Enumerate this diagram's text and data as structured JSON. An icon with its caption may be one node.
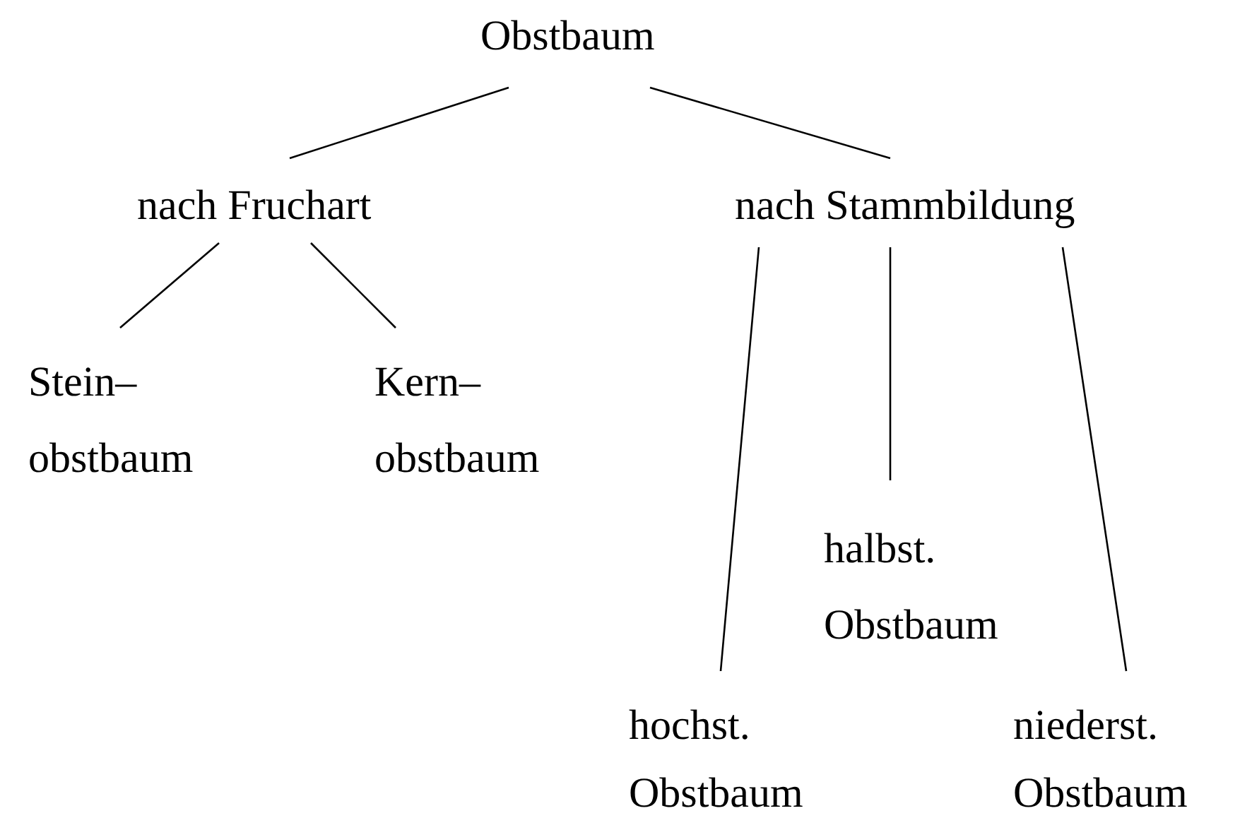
{
  "diagram": {
    "nodes": [
      {
        "text": [
          "Obstbaum"
        ]
      },
      {
        "text": [
          "nach Fruchart"
        ]
      },
      {
        "text": [
          "nach Stammbildung"
        ]
      },
      {
        "text": [
          "Stein– obstbaum"
        ]
      },
      {
        "text": [
          "Kern– obstbaum"
        ]
      },
      {
        "text": [
          "halbst. Obstbaum"
        ]
      },
      {
        "text": [
          "hochst. Obstbaum"
        ]
      },
      {
        "text": [
          "niederst. Obstbaum"
        ]
      }
    ],
    "edges": [
      {
        "from": 0,
        "to": 1,
        "arrow": "none"
      },
      {
        "from": 0,
        "to": 2,
        "arrow": "none"
      },
      {
        "from": 1,
        "to": 3,
        "arrow": "none"
      },
      {
        "from": 1,
        "to": 4,
        "arrow": "none"
      },
      {
        "from": 2,
        "to": 6,
        "arrow": "none"
      },
      {
        "from": 2,
        "to": 5,
        "arrow": "none"
      },
      {
        "from": 2,
        "to": 7,
        "arrow": "none"
      }
    ]
  }
}
